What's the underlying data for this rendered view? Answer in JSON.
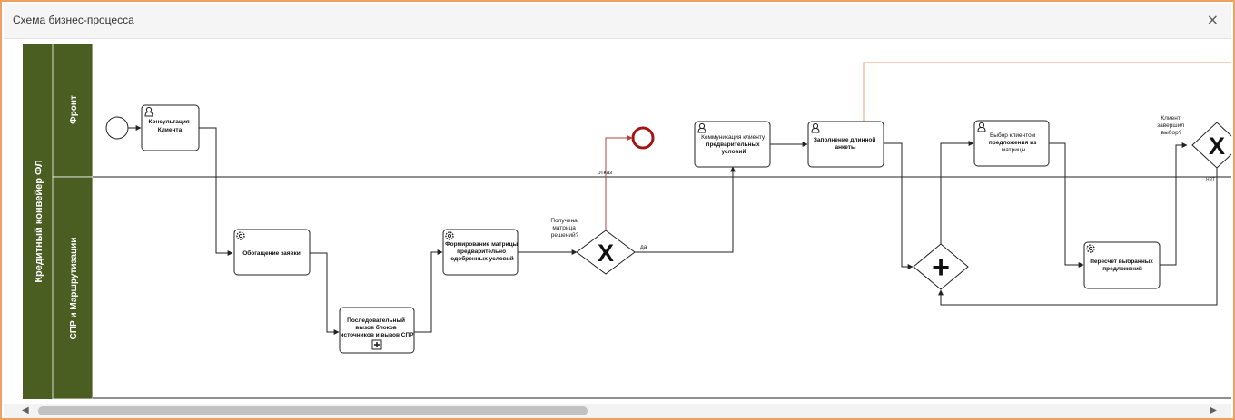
{
  "dialog": {
    "title": "Схема бизнес-процесса",
    "close_glyph": "×",
    "scroll_left_glyph": "◀",
    "scroll_right_glyph": "▶"
  },
  "pool": {
    "label": "Кредитный конвейер ФЛ",
    "color": "#4a5e22"
  },
  "lanes": {
    "front": "Фронт",
    "spr": "СПР и Маршрутизации"
  },
  "tasks": {
    "consult": [
      "Консультация",
      "Клиента"
    ],
    "enrich": [
      "Обогащение заявки"
    ],
    "sequential": [
      "Последовательный",
      "вызов блоков",
      "источников и вызов СПР"
    ],
    "matrix": [
      "Формирование матрицы",
      "предварительно",
      "одобренных условий"
    ],
    "communication": [
      "Коммуникация клиенту",
      "предварительных",
      "условий"
    ],
    "long_form": [
      "Заполнение длинной",
      "анкеты"
    ],
    "choice": [
      "Выбор клиентом",
      "предложения из",
      "матрицы"
    ],
    "recalc": [
      "Пересчет выбранных",
      "предложений"
    ]
  },
  "gateways": {
    "matrix_received": [
      "Получена",
      "матрица",
      "решений?"
    ],
    "client_done": [
      "Клиент",
      "завершил",
      "выбор?"
    ],
    "exclusive_symbol": "X",
    "parallel_symbol": "+"
  },
  "flow_labels": {
    "refusal": "отказ",
    "yes": "да",
    "no": "нет"
  },
  "colors": {
    "dialog_border": "#f0a060",
    "refusal_flow": "#b04040",
    "return_flow": "#e0a070",
    "end_event": "#a31515"
  }
}
